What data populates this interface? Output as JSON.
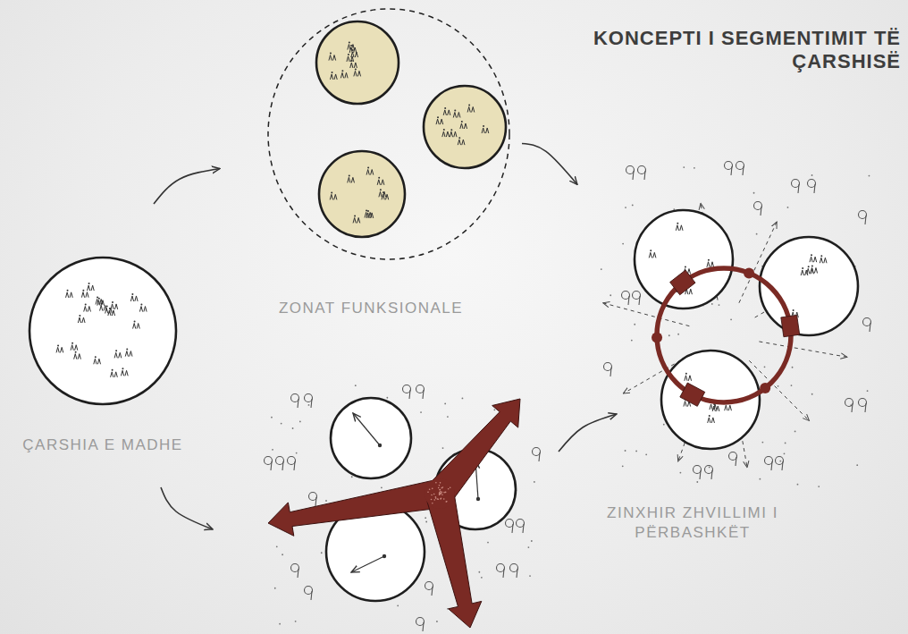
{
  "diagram": {
    "title": "KONCEPTI I SEGMENTIMIT TË ÇARSHISË",
    "nodes": [
      {
        "text": [
          "ÇARSHIA E MADHE"
        ]
      },
      {
        "text": [
          "ZONAT FUNKSIONALE"
        ]
      },
      {
        "text": [
          "ZINXHIR ZHVILLIMI I PËRBASHKËT"
        ]
      }
    ],
    "edges": [
      {
        "from": 0,
        "to": 1,
        "arrow": "to"
      },
      {
        "from": 1,
        "to": 2,
        "arrow": "to"
      }
    ]
  }
}
